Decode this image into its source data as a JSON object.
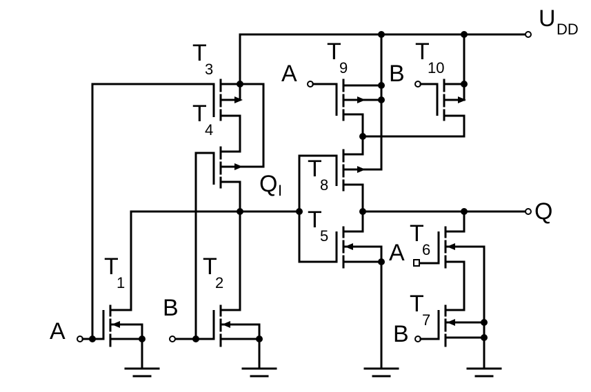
{
  "labels": {
    "udd_main": "U",
    "udd_sub": "DD",
    "q": "Q",
    "q1_main": "Q",
    "q1_sub": "I",
    "a_left": "A",
    "b_left": "B",
    "a_top": "A",
    "b_top": "B",
    "a_right": "A",
    "b_right": "B"
  },
  "transistors": [
    {
      "name": "T",
      "index": "1"
    },
    {
      "name": "T",
      "index": "2"
    },
    {
      "name": "T",
      "index": "3"
    },
    {
      "name": "T",
      "index": "4"
    },
    {
      "name": "T",
      "index": "5"
    },
    {
      "name": "T",
      "index": "6"
    },
    {
      "name": "T",
      "index": "7"
    },
    {
      "name": "T",
      "index": "8"
    },
    {
      "name": "T",
      "index": "9"
    },
    {
      "name": "T",
      "index": "10"
    }
  ]
}
